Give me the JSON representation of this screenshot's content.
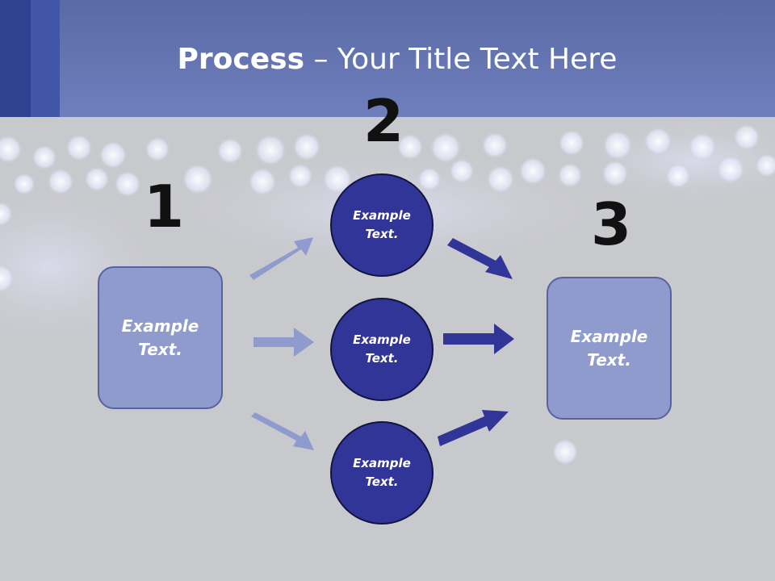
{
  "title": {
    "bold": "Process",
    "rest": " – Your Title Text Here"
  },
  "steps": {
    "one": {
      "number": "1"
    },
    "two": {
      "number": "2"
    },
    "three": {
      "number": "3"
    }
  },
  "left_box": {
    "text": "Example Text."
  },
  "circles": [
    {
      "text": "Example Text."
    },
    {
      "text": "Example Text."
    },
    {
      "text": "Example Text."
    }
  ],
  "right_box": {
    "text": "Example Text."
  },
  "colors": {
    "header": "#6f7fbd",
    "box_fill": "#8f9bcd",
    "circle_fill": "#323598",
    "arrow_light": "#8f9bcd",
    "arrow_dark": "#323598",
    "background": "#c8c9cd"
  }
}
